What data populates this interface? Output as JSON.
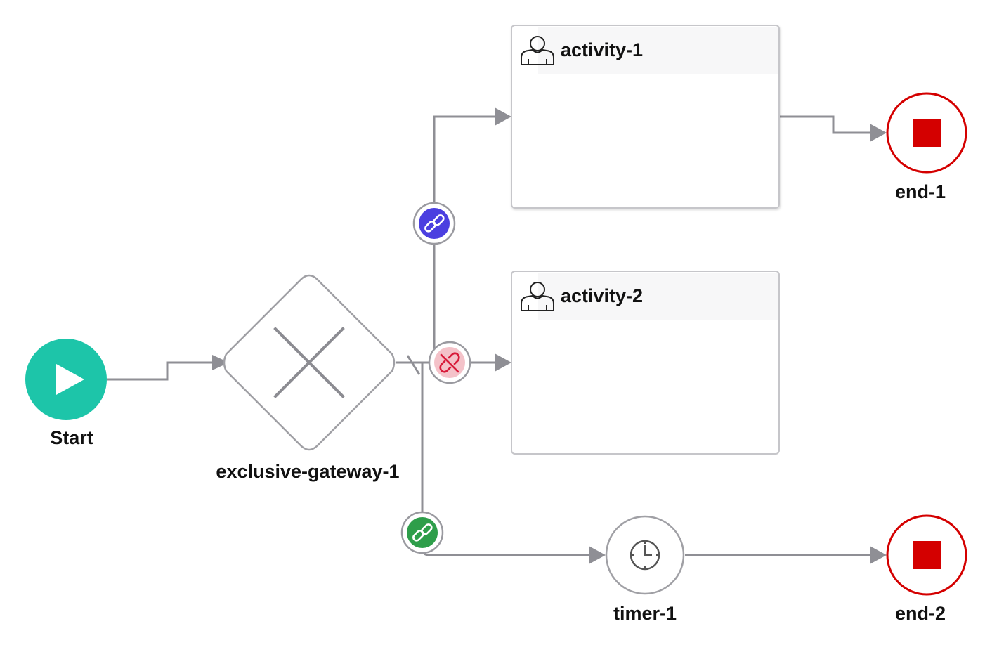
{
  "diagram": {
    "start": {
      "label": "Start",
      "color": "#1dc5a9"
    },
    "gateway": {
      "label": "exclusive-gateway-1",
      "stroke": "#a0a0a5"
    },
    "activity1": {
      "label": "activity-1",
      "icon": "user-icon"
    },
    "activity2": {
      "label": "activity-2",
      "icon": "user-icon"
    },
    "timer": {
      "label": "timer-1",
      "icon": "clock-icon"
    },
    "end1": {
      "label": "end-1",
      "color": "#d40000"
    },
    "end2": {
      "label": "end-2",
      "color": "#d40000"
    },
    "flow_badges": [
      {
        "name": "link-badge-activity-1",
        "icon": "link-icon",
        "color": "#4b3fe0"
      },
      {
        "name": "unlink-badge-activity-2",
        "icon": "broken-link-icon",
        "color": "#f4c2c9",
        "icon_color": "#d81b3a"
      },
      {
        "name": "link-badge-timer-1",
        "icon": "link-icon",
        "color": "#2e9e4a"
      }
    ],
    "default_flow": "activity-2",
    "edge_color": "#8f8f95"
  }
}
